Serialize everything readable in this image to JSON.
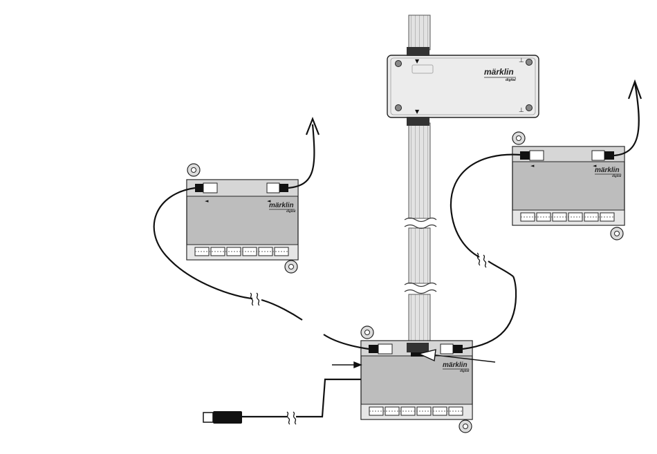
{
  "brand": {
    "name": "märklin",
    "sub": "digital"
  },
  "modules": [
    {
      "id": "central-unit",
      "kind": "interface-box"
    },
    {
      "id": "left-decoder",
      "kind": "decoder",
      "terminal_blocks": 6
    },
    {
      "id": "right-decoder",
      "kind": "decoder",
      "terminal_blocks": 6
    },
    {
      "id": "bottom-decoder",
      "kind": "decoder",
      "terminal_blocks": 6
    }
  ],
  "colors": {
    "line": "#111111",
    "module_fill": "#bdbdbd",
    "module_panel": "#d6d6d6",
    "box_fill": "#ececec",
    "cable": "#d0d0d0"
  },
  "arrow_glyph": "▼",
  "left_arrow_glyph": "◄",
  "corner_glyph": "⊥"
}
